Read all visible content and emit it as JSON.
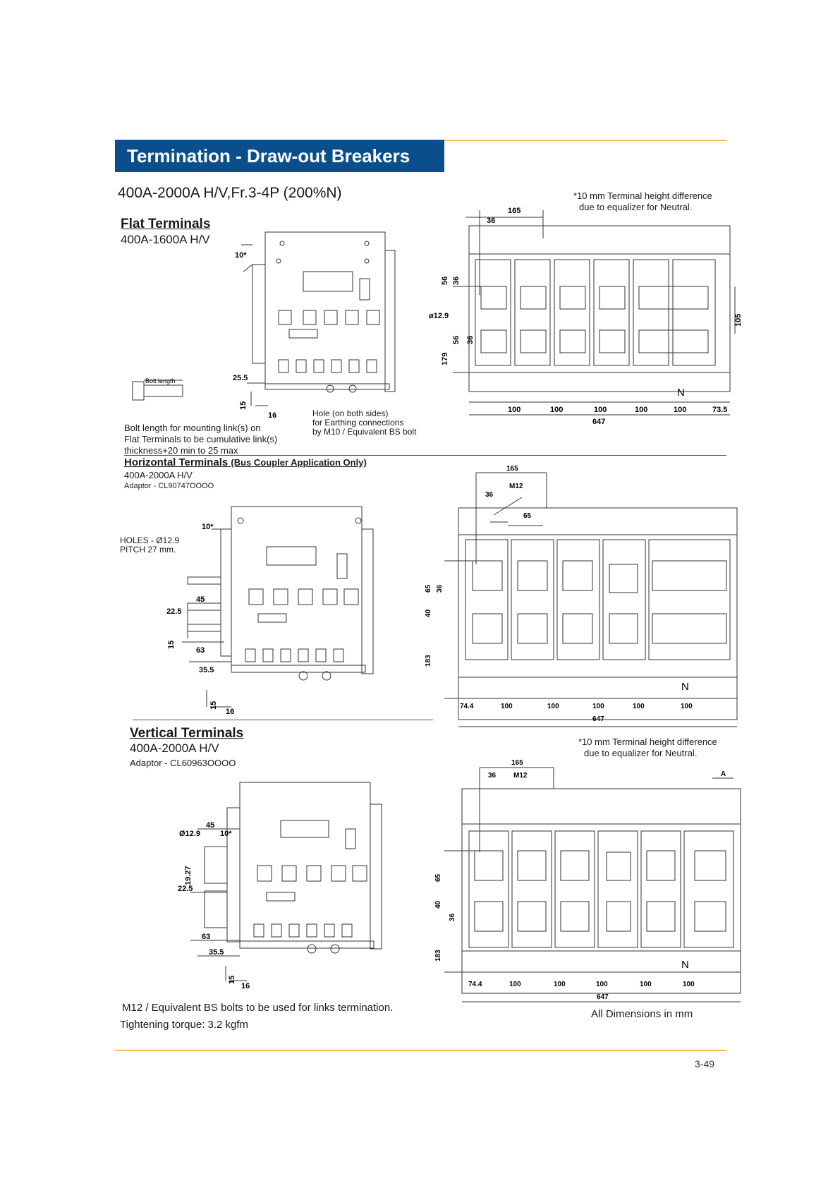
{
  "header": {
    "title": "Termination - Draw-out Breakers"
  },
  "subtitle": "400A-2000A H/V,Fr.3-4P (200%N)",
  "flat": {
    "heading": "Flat Terminals",
    "rating": "400A-1600A  H/V",
    "equalizer_note_1": "*10 mm Terminal height difference",
    "equalizer_note_2": "due to equalizer for Neutral.",
    "bolt_length_label": "Bolt length",
    "bolt_note_1": "Bolt length for mounting link(s) on",
    "bolt_note_2": "Flat Terminals to be cumulative link(s)",
    "bolt_note_3": "thickness+20 min to 25 max",
    "hole_note_1": "Hole (on both sides)",
    "hole_note_2": "for Earthing connections",
    "hole_note_3": "by M10 / Equivalent BS bolt",
    "side_dims": {
      "d10": "10*",
      "d255": "25.5",
      "d15": "15",
      "d16": "16"
    },
    "front_dims": {
      "d165": "165",
      "d36": "36",
      "d56a": "56",
      "d36a": "36",
      "d129": "ø12.9",
      "d56b": "56",
      "d36b": "36",
      "d179": "179",
      "d105": "105",
      "n": "N",
      "bottom": [
        "100",
        "100",
        "100",
        "100",
        "100",
        "73.5"
      ],
      "total": "647"
    }
  },
  "horizontal": {
    "heading": "Horizontal Terminals",
    "heading_suffix": "(Bus Coupler Application Only)",
    "rating": "400A-2000A   H/V",
    "adaptor": "Adaptor - CL90747OOOO",
    "holes_1": "HOLES - Ø12.9",
    "holes_2": "PITCH 27 mm.",
    "side_dims": {
      "d10": "10*",
      "d45": "45",
      "d225": "22.5",
      "d15a": "15",
      "d63": "63",
      "d355": "35.5",
      "d15b": "15",
      "d16": "16"
    },
    "front_dims": {
      "d165": "165",
      "m12": "M12",
      "d36": "36",
      "d65": "65",
      "d65v": "65",
      "d36v": "36",
      "d40": "40",
      "d183": "183",
      "n": "N",
      "bottom": [
        "74.4",
        "100",
        "100",
        "100",
        "100",
        "100"
      ],
      "total": "647"
    }
  },
  "vertical": {
    "heading": "Vertical Terminals",
    "rating": "400A-2000A  H/V",
    "adaptor": "Adaptor - CL60963OOOO",
    "equalizer_note_1": "*10 mm Terminal height difference",
    "equalizer_note_2": "due to equalizer for Neutral.",
    "side_dims": {
      "d129": "Ø12.9",
      "d45": "45",
      "d10": "10*",
      "d1927": "19.27",
      "d225": "22.5",
      "d63": "63",
      "d355": "35.5",
      "d15": "15",
      "d16": "16"
    },
    "front_dims": {
      "d165": "165",
      "d36": "36",
      "m12": "M12",
      "a": "A",
      "d65": "65",
      "d40": "40",
      "d36v": "36",
      "d183": "183",
      "n": "N",
      "bottom": [
        "74.4",
        "100",
        "100",
        "100",
        "100",
        "100"
      ],
      "total": "647"
    }
  },
  "footer": {
    "note_bolts": "M12 / Equivalent BS bolts to be used for links termination.",
    "note_torque": "Tightening torque: 3.2 kgfm",
    "dims_note": "All Dimensions in mm",
    "page_number": "3-49"
  }
}
